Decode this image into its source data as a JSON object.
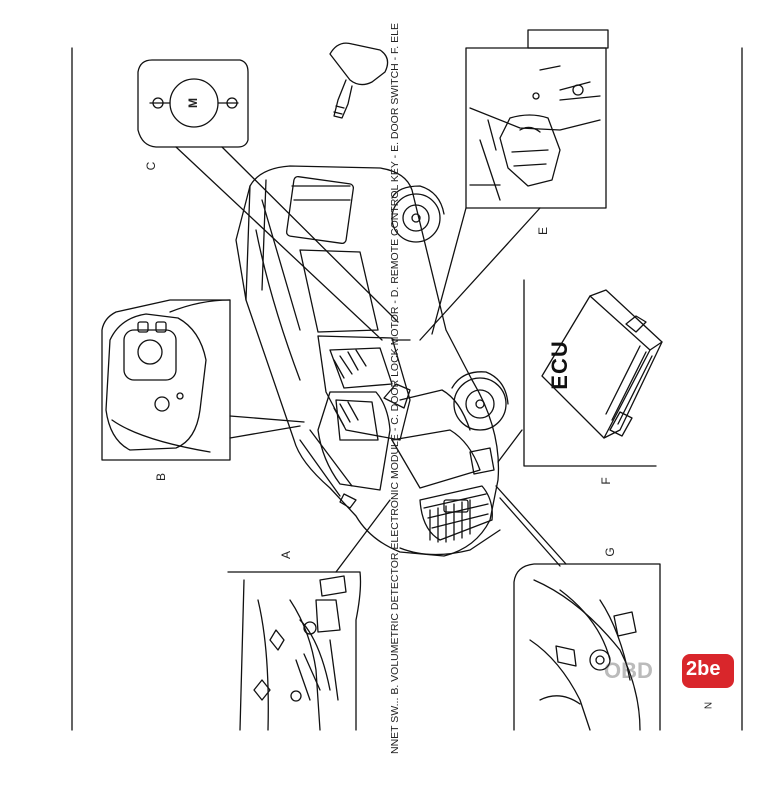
{
  "diagram": {
    "caption": "NNET SW... B. VOLUMETRIC DETECTOR ELECTRONIC MODULE - C. DOOR LOCK MOTOR - D. REMOTE CONTROL KEY - E. DOOR SWITCH - F. ELE",
    "caption_continuation": "N",
    "callouts": {
      "a": "A",
      "b": "B",
      "c": "C",
      "e": "E",
      "f": "F",
      "g": "G"
    },
    "ecu_label": "ECU",
    "motor_label": "M"
  },
  "watermark": {
    "prefix": "OBD",
    "badge": "2be",
    "badge_color": "#d9262b"
  },
  "colors": {
    "line": "#111111",
    "background": "#ffffff"
  }
}
